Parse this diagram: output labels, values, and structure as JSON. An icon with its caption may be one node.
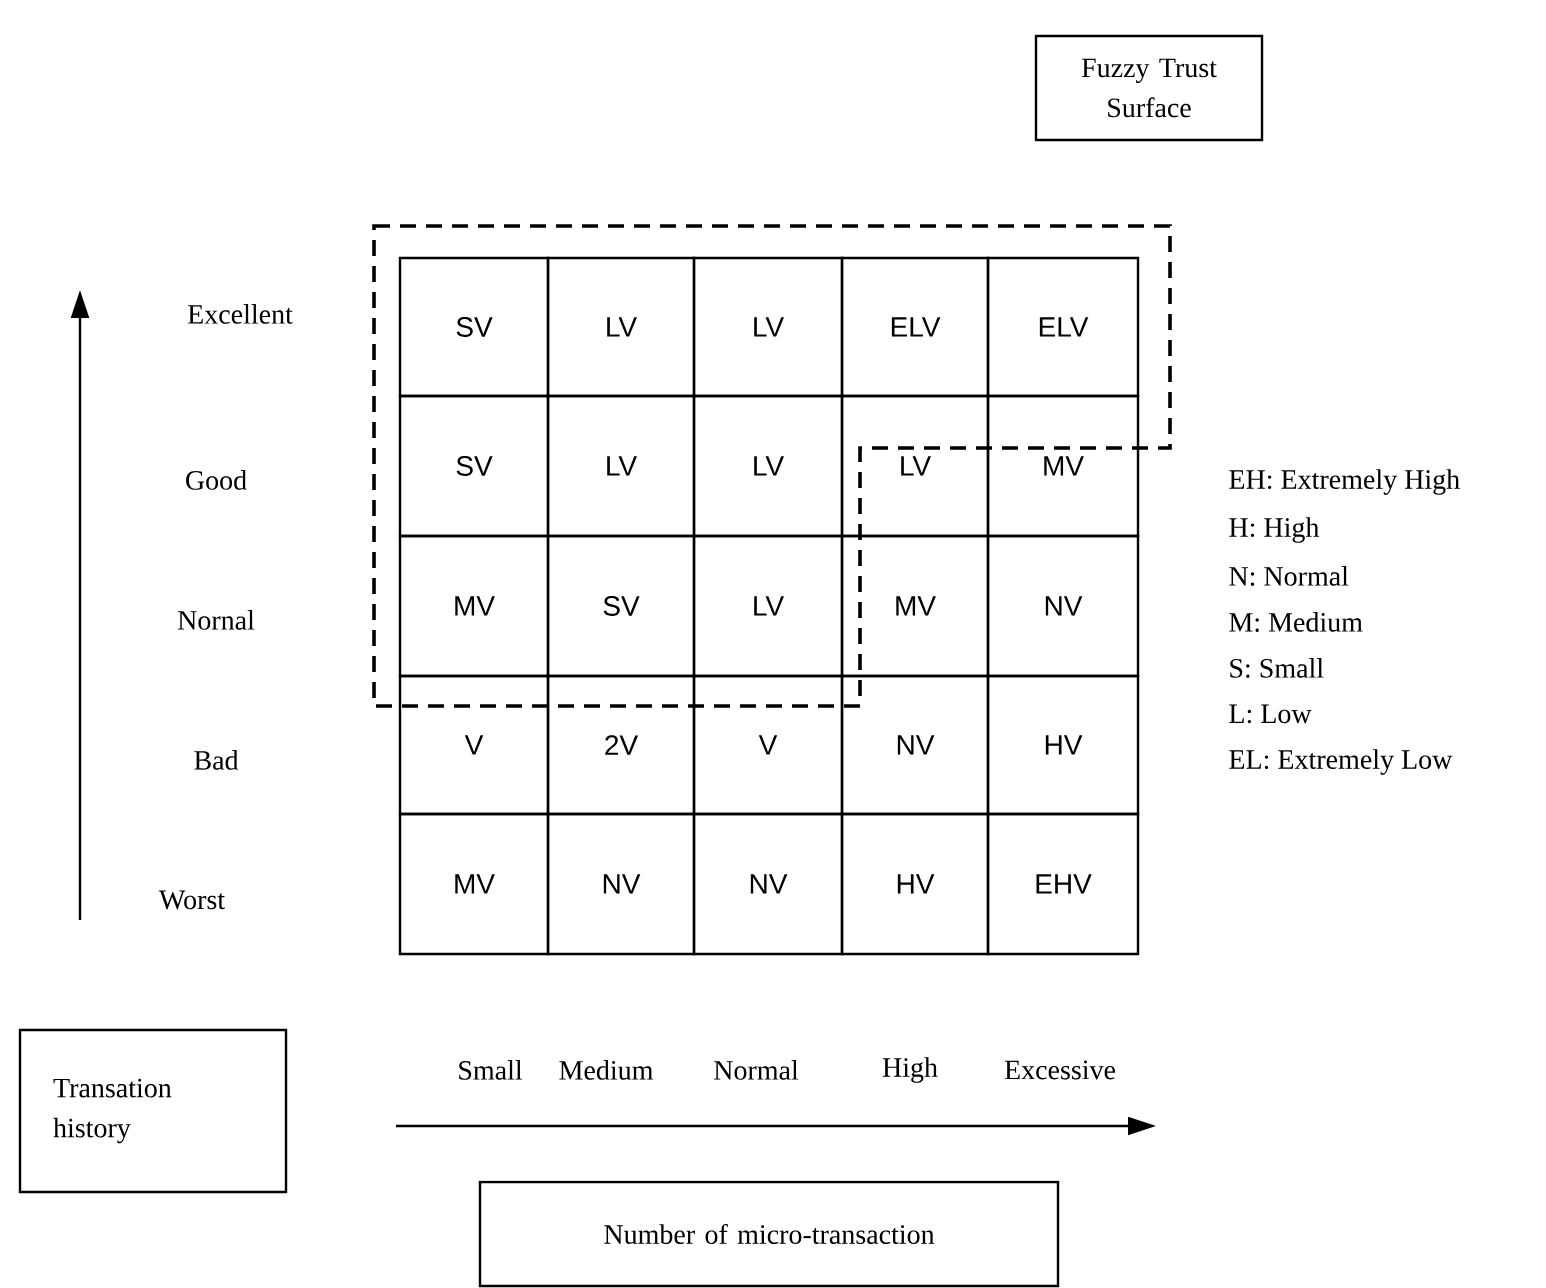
{
  "diagram": {
    "nodes": [
      {
        "text": [
          "Fuzzy Trust Surface"
        ]
      },
      {
        "text": [
          "Transation history"
        ]
      },
      {
        "text": [
          "Number of micro-transaction"
        ]
      },
      {
        "text": [
          "SV"
        ]
      },
      {
        "text": [
          "LV"
        ]
      },
      {
        "text": [
          "LV"
        ]
      },
      {
        "text": [
          "ELV"
        ]
      },
      {
        "text": [
          "ELV"
        ]
      },
      {
        "text": [
          "SV"
        ]
      },
      {
        "text": [
          "LV"
        ]
      },
      {
        "text": [
          "LV"
        ]
      },
      {
        "text": [
          "LV"
        ]
      },
      {
        "text": [
          "MV"
        ]
      },
      {
        "text": [
          "MV"
        ]
      },
      {
        "text": [
          "SV"
        ]
      },
      {
        "text": [
          "LV"
        ]
      },
      {
        "text": [
          "MV"
        ]
      },
      {
        "text": [
          "NV"
        ]
      },
      {
        "text": [
          "V"
        ]
      },
      {
        "text": [
          "2V"
        ]
      },
      {
        "text": [
          "V"
        ]
      },
      {
        "text": [
          "NV"
        ]
      },
      {
        "text": [
          "HV"
        ]
      },
      {
        "text": [
          "MV"
        ]
      },
      {
        "text": [
          "NV"
        ]
      },
      {
        "text": [
          "NV"
        ]
      },
      {
        "text": [
          "HV"
        ]
      },
      {
        "text": [
          "EHV"
        ]
      }
    ],
    "labels": [
      "Excellent",
      "Good",
      "Nornal",
      "Bad",
      "Worst",
      "EH: Extremely High",
      "H:  High",
      "N:  Normal",
      "M:  Medium",
      "S:  Small",
      "L:  Low",
      "EL: Extremely Low",
      "Small",
      "Medium",
      "Normal",
      "High",
      "Excessive"
    ]
  }
}
